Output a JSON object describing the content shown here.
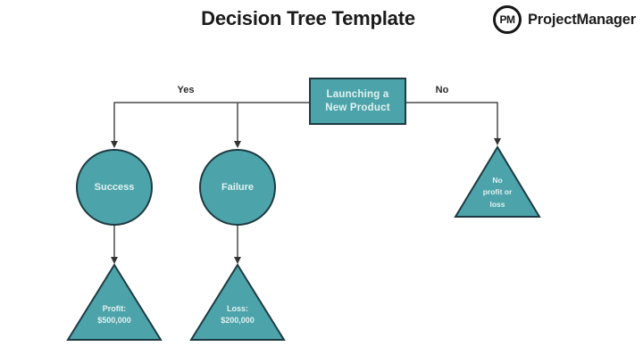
{
  "header": {
    "title": "Decision Tree Template",
    "logo": {
      "monogram": "PM",
      "name": "ProjectManager"
    }
  },
  "diagram": {
    "decision": {
      "label": "Launching a\nNew Product"
    },
    "branch_labels": {
      "yes": "Yes",
      "no": "No"
    },
    "outcomes": {
      "success": {
        "label": "Success"
      },
      "failure": {
        "label": "Failure"
      },
      "profit": {
        "label": "Profit:\n$500,000"
      },
      "loss": {
        "label": "Loss:\n$200,000"
      },
      "neutral": {
        "label": "No\nprofit or\nloss"
      }
    },
    "colors": {
      "shape_fill": "#4CA4AA",
      "shape_stroke": "#1E3A42",
      "connector": "#4A4A4A",
      "arrow": "#333333"
    }
  }
}
